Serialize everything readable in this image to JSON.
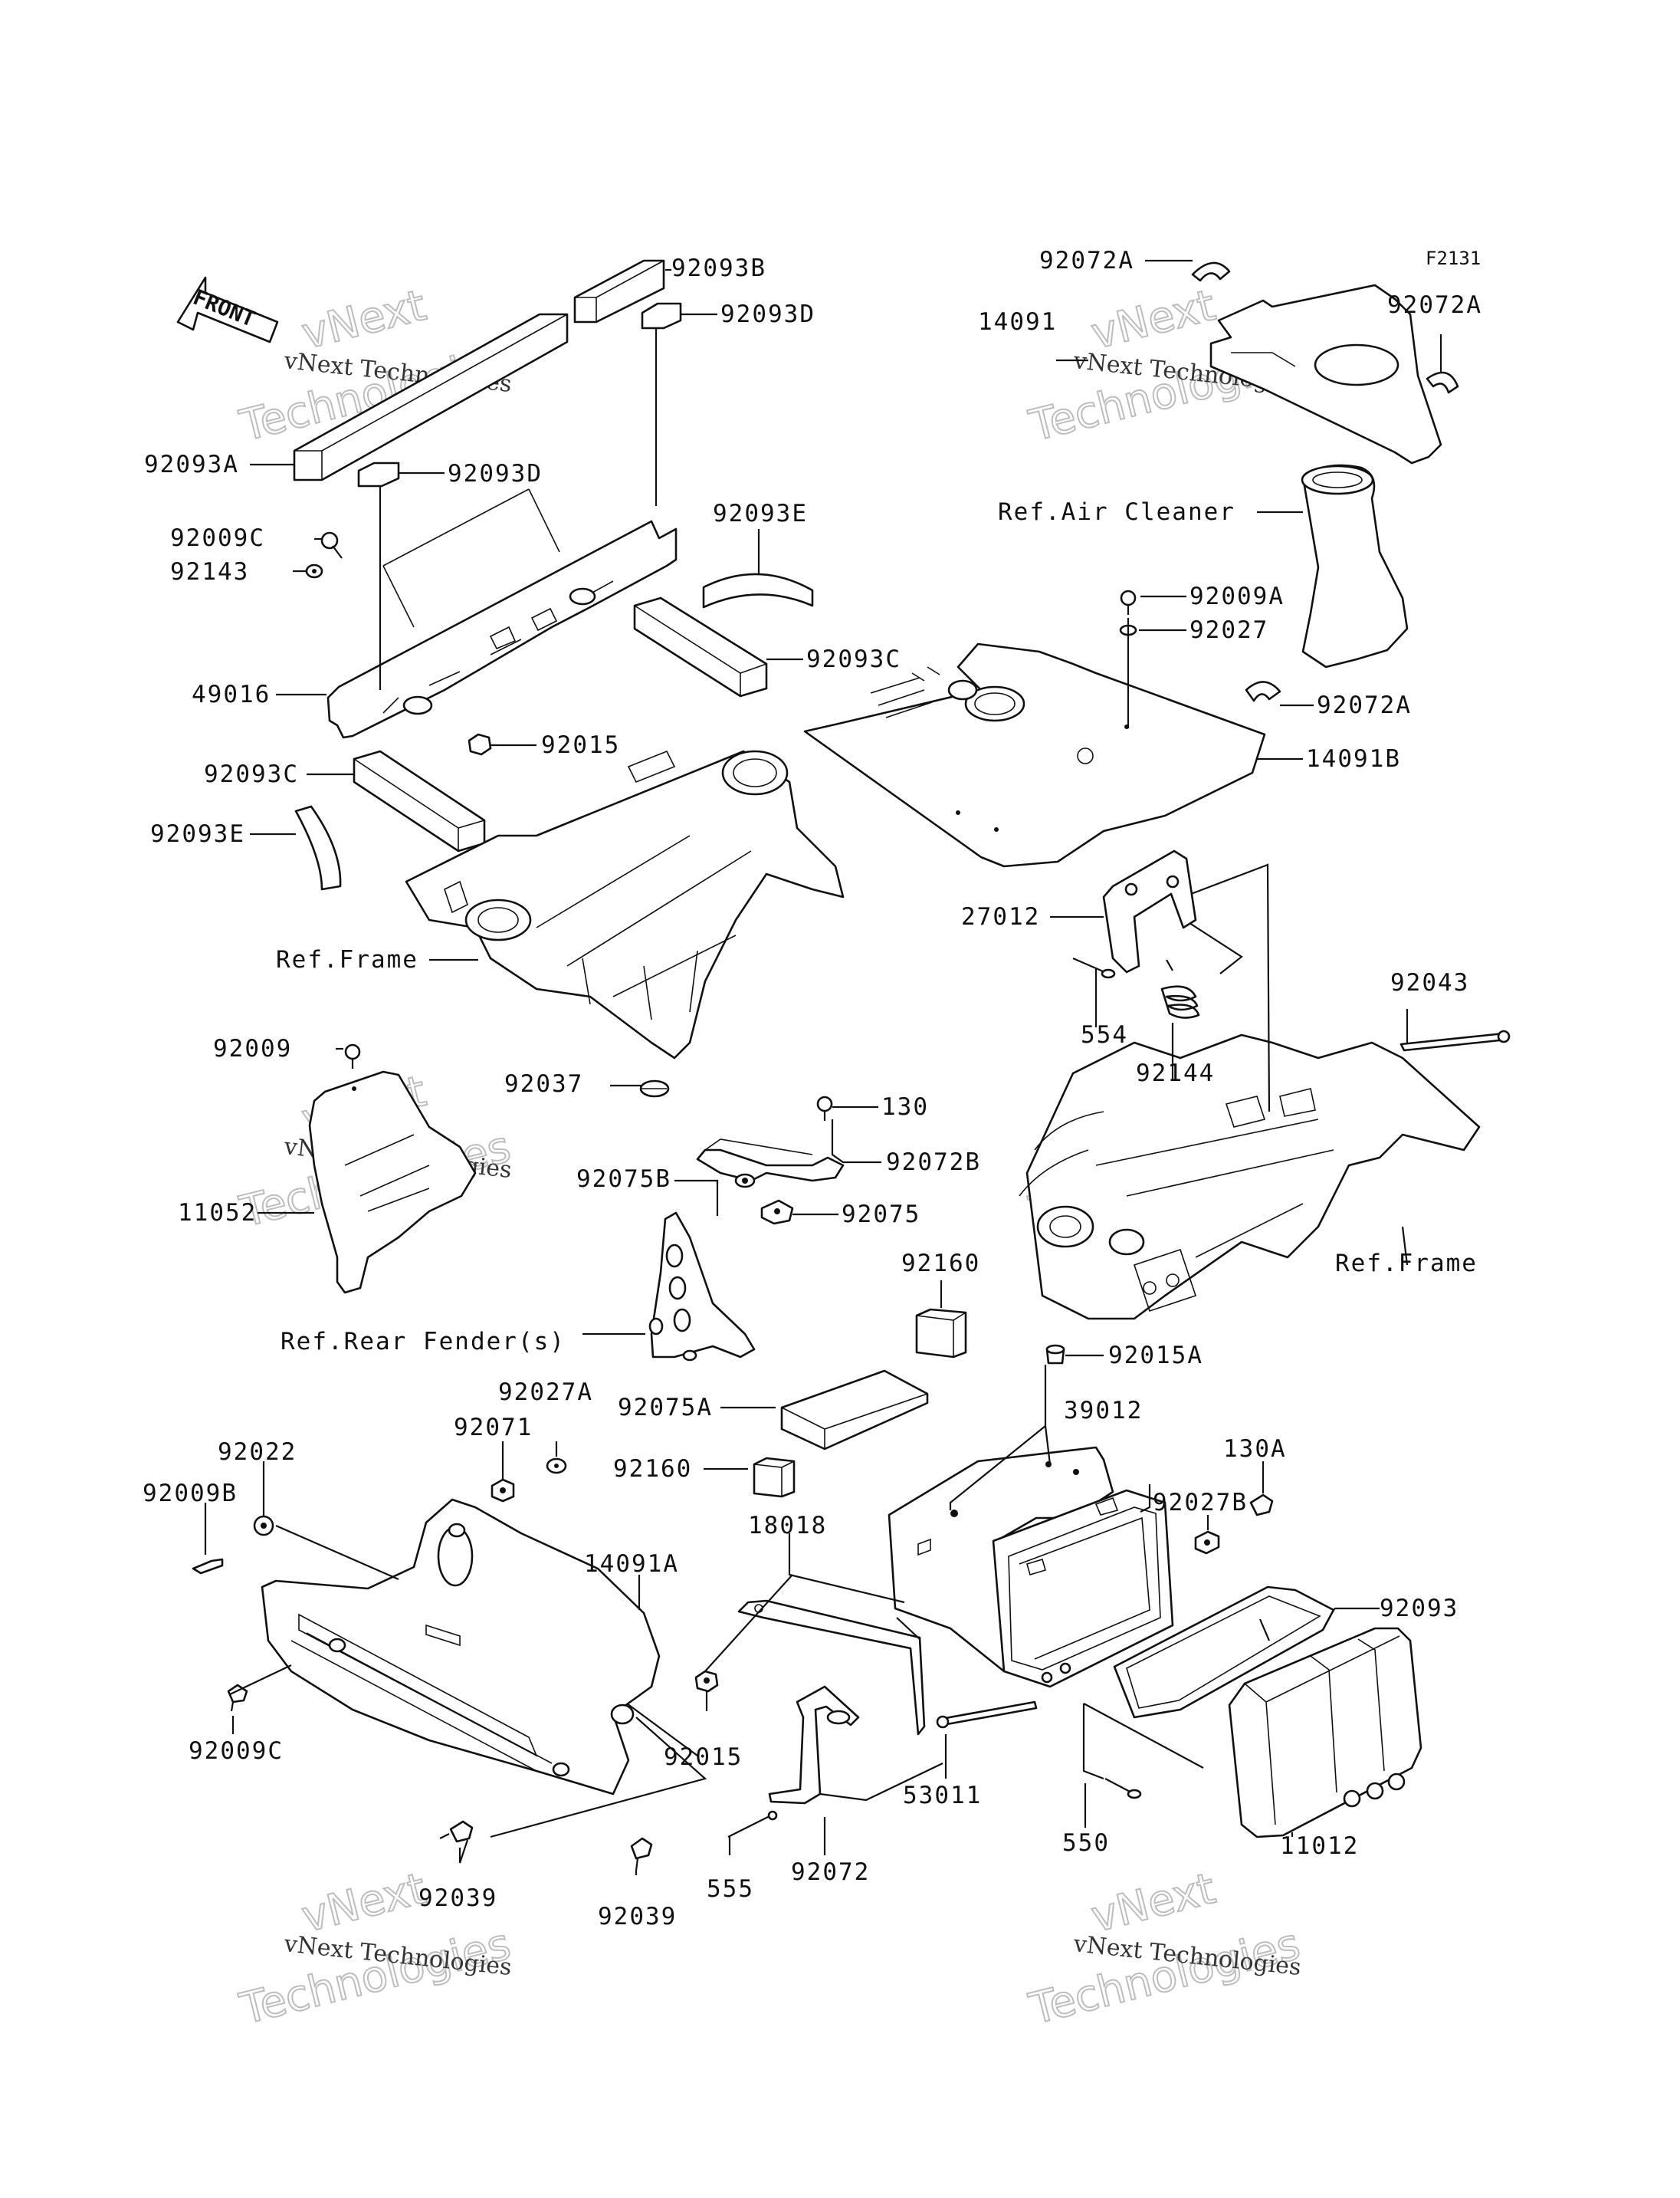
{
  "diagram": {
    "code": "F2131",
    "front_label": "FRONT",
    "watermark": {
      "line1": "vNext Technologies",
      "line2": "vNext",
      "line3": "Technologies"
    },
    "labels": [
      {
        "id": "92093B",
        "text": "92093B"
      },
      {
        "id": "92093D_top",
        "text": "92093D"
      },
      {
        "id": "92093A",
        "text": "92093A"
      },
      {
        "id": "92093D_mid",
        "text": "92093D"
      },
      {
        "id": "92009C_top",
        "text": "92009C"
      },
      {
        "id": "92143",
        "text": "92143"
      },
      {
        "id": "92093E_top",
        "text": "92093E"
      },
      {
        "id": "92093C_right",
        "text": "92093C"
      },
      {
        "id": "49016",
        "text": "49016"
      },
      {
        "id": "92015_top",
        "text": "92015"
      },
      {
        "id": "92093C_left",
        "text": "92093C"
      },
      {
        "id": "92093E_left",
        "text": "92093E"
      },
      {
        "id": "ref_frame_left",
        "text": "Ref.Frame"
      },
      {
        "id": "92072A_top",
        "text": "92072A"
      },
      {
        "id": "92072A_right",
        "text": "92072A"
      },
      {
        "id": "14091",
        "text": "14091"
      },
      {
        "id": "ref_air_cleaner",
        "text": "Ref.Air Cleaner"
      },
      {
        "id": "92009A",
        "text": "92009A"
      },
      {
        "id": "92027",
        "text": "92027"
      },
      {
        "id": "92072A_mid",
        "text": "92072A"
      },
      {
        "id": "14091B",
        "text": "14091B"
      },
      {
        "id": "27012",
        "text": "27012"
      },
      {
        "id": "554",
        "text": "554"
      },
      {
        "id": "92144",
        "text": "92144"
      },
      {
        "id": "92043",
        "text": "92043"
      },
      {
        "id": "ref_frame_right",
        "text": "Ref.Frame"
      },
      {
        "id": "92009",
        "text": "92009"
      },
      {
        "id": "11052",
        "text": "11052"
      },
      {
        "id": "92037",
        "text": "92037"
      },
      {
        "id": "130",
        "text": "130"
      },
      {
        "id": "92072B",
        "text": "92072B"
      },
      {
        "id": "92075B",
        "text": "92075B"
      },
      {
        "id": "92075",
        "text": "92075"
      },
      {
        "id": "92160_top",
        "text": "92160"
      },
      {
        "id": "ref_rear_fender",
        "text": "Ref.Rear Fender(s)"
      },
      {
        "id": "92015A",
        "text": "92015A"
      },
      {
        "id": "92075A",
        "text": "92075A"
      },
      {
        "id": "39012",
        "text": "39012"
      },
      {
        "id": "92027A",
        "text": "92027A"
      },
      {
        "id": "92022",
        "text": "92022"
      },
      {
        "id": "92071",
        "text": "92071"
      },
      {
        "id": "92009B",
        "text": "92009B"
      },
      {
        "id": "14091A",
        "text": "14091A"
      },
      {
        "id": "92160_mid",
        "text": "92160"
      },
      {
        "id": "18018",
        "text": "18018"
      },
      {
        "id": "130A",
        "text": "130A"
      },
      {
        "id": "92027B",
        "text": "92027B"
      },
      {
        "id": "92093",
        "text": "92093"
      },
      {
        "id": "92009C_bottom",
        "text": "92009C"
      },
      {
        "id": "92015_bottom",
        "text": "92015"
      },
      {
        "id": "53011",
        "text": "53011"
      },
      {
        "id": "550",
        "text": "550"
      },
      {
        "id": "11012",
        "text": "11012"
      },
      {
        "id": "92039_left",
        "text": "92039"
      },
      {
        "id": "92039_right",
        "text": "92039"
      },
      {
        "id": "555",
        "text": "555"
      },
      {
        "id": "92072",
        "text": "92072"
      }
    ]
  }
}
